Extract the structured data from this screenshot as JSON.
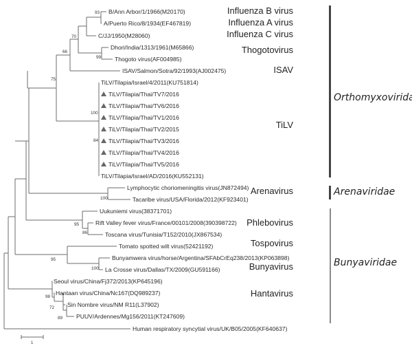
{
  "figure": {
    "type": "phylogenetic tree",
    "scale_bar_label": "1"
  },
  "leaves": [
    {
      "label": "B/Ann Arbor/1/1966(M20170)",
      "marker": false
    },
    {
      "label": "A/Puerto Rico/8/1934(EF467819)",
      "marker": false
    },
    {
      "label": "C/JJ/1950(M28060)",
      "marker": false
    },
    {
      "label": "Dhori/India/1313/1961(M65866)",
      "marker": false
    },
    {
      "label": "Thogoto virus(AF004985)",
      "marker": false
    },
    {
      "label": "ISAV/Salmon/Sotra/92/1993(AJ002475)",
      "marker": false
    },
    {
      "label": "TiLV/Tilapia/Israel/4/2011(KU751814)",
      "marker": false
    },
    {
      "label": "TiLV/Tilapia/Thai/TV7/2016",
      "marker": true
    },
    {
      "label": "TiLV/Tilapia/Thai/TV6/2016",
      "marker": true
    },
    {
      "label": "TiLV/Tilapia/Thai/TV1/2016",
      "marker": true
    },
    {
      "label": "TiLV/Tilapia/Thai/TV2/2015",
      "marker": true
    },
    {
      "label": "TiLV/Tilapia/Thai/TV3/2016",
      "marker": true
    },
    {
      "label": "TiLV/Tilapia/Thai/TV4/2016",
      "marker": true
    },
    {
      "label": "TiLV/Tilapia/Thai/TV5/2016",
      "marker": true
    },
    {
      "label": "TiLV/Tilapia/Israel/AD/2016(KU552131)",
      "marker": false
    },
    {
      "label": "Lymphocytic choriomeningitis virus(JN872494)",
      "marker": false
    },
    {
      "label": "Tacaribe virus/USA/Florida/2012(KF923401)",
      "marker": false
    },
    {
      "label": "Uukuniemi virus(38371701)",
      "marker": false
    },
    {
      "label": "Rift Valley fever virus/France/00101/2008(390398722)",
      "marker": false
    },
    {
      "label": "Toscana virus/Tunisia/T152/2010(JX867534)",
      "marker": false
    },
    {
      "label": "Tomato spotted wilt virus(52421192)",
      "marker": false
    },
    {
      "label": "Bunyamwera virus/horse/Argentina/SFAbCrEq238/2013(KP063898)",
      "marker": false
    },
    {
      "label": "La Crosse virus/Dallas/TX/2009(GU591166)",
      "marker": false
    },
    {
      "label": "Seoul virus/China/Fj372/2013(KP645196)",
      "marker": false
    },
    {
      "label": "Hantaan virus/China/Nc167(DQ989237)",
      "marker": false
    },
    {
      "label": "Sin Nombre virus/NM R11(L37902)",
      "marker": false
    },
    {
      "label": "PUUV/Ardennes/Mg156/2011(KT247609)",
      "marker": false
    },
    {
      "label": "Human respiratory syncytial virus/UK/B05/2005(KF640637)",
      "marker": false
    }
  ],
  "bootstrap": [
    "93",
    "70",
    "66",
    "99",
    "75",
    "100",
    "84",
    "100",
    "95",
    "86",
    "95",
    "100",
    "98",
    "72",
    "89"
  ],
  "clades": [
    {
      "label": "Influenza B virus"
    },
    {
      "label": "Influenza A virus"
    },
    {
      "label": "Influenza C virus"
    },
    {
      "label": "Thogotovirus"
    },
    {
      "label": "ISAV"
    },
    {
      "label": "TiLV"
    },
    {
      "label": "Arenavirus"
    },
    {
      "label": "Phlebovirus"
    },
    {
      "label": "Tospovirus"
    },
    {
      "label": "Bunyavirus"
    },
    {
      "label": "Hantavirus"
    }
  ],
  "families": [
    {
      "label": "Orthomyxoviridae"
    },
    {
      "label": "Arenaviridae"
    },
    {
      "label": "Bunyaviridae"
    }
  ]
}
